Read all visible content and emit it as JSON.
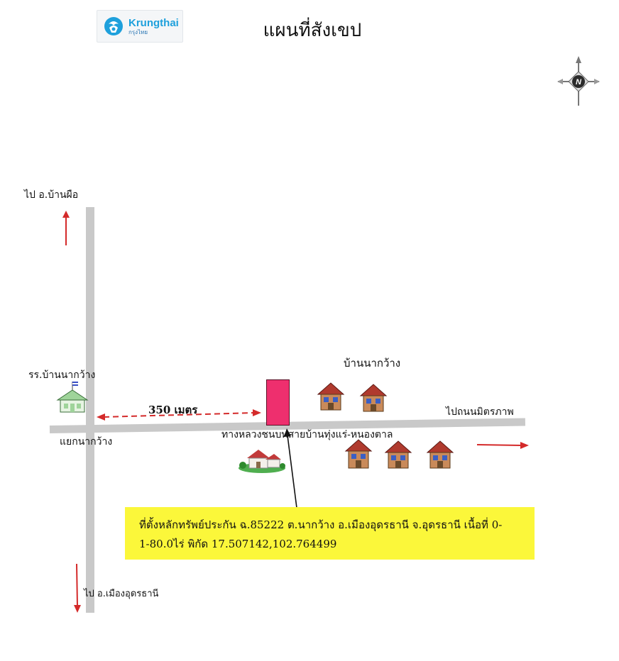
{
  "header": {
    "title": "แผนที่สังเขป",
    "logo": {
      "brand_en": "Krungthai",
      "brand_th": "กรุงไทย",
      "color": "#1ea0dc"
    }
  },
  "compass": {
    "letter": "N",
    "icon": "compass-rose-icon"
  },
  "labels": {
    "to_ban_phue": "ไป อ.บ้านผือ",
    "school": "รร.บ้านนากว้าง",
    "junction": "แยกนากว้าง",
    "village": "บ้านนากว้าง",
    "to_mittraphap": "ไปถนนมิตรภาพ",
    "highway": "ทางหลวงชนบทสายบ้านทุ่งแร่-หนองตาล",
    "to_mueang_udon": "ไป อ.เมืองอุดรธานี"
  },
  "distance": {
    "label": "350 เมตร"
  },
  "callout": {
    "line1": "ที่ตั้งหลักทรัพย์ประกัน ฉ.85222 ต.นากว้าง อ.เมืองอุดรธานี จ.อุดรธานี เนื้อที่ 0-",
    "line2": "1-80.0ไร่ พิกัด 17.507142,102.764499",
    "background": "#fbf73a"
  },
  "colors": {
    "plot": "#ee2f6e",
    "arrow": "#d42a2a",
    "road": "#c9c9c9"
  }
}
